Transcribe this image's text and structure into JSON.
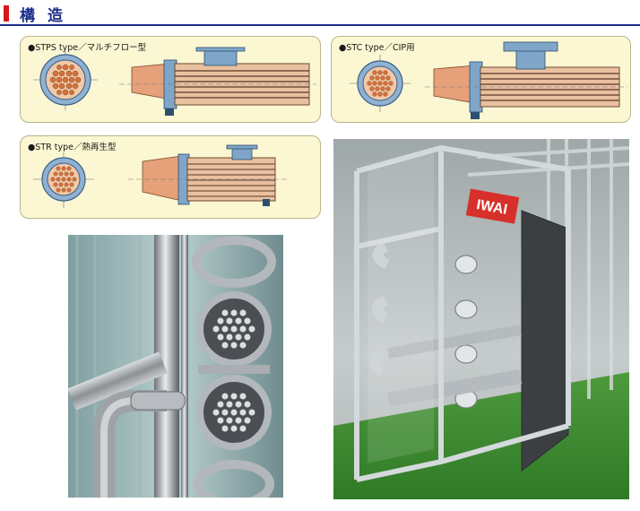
{
  "header": {
    "title": "構造"
  },
  "panels": {
    "stps": {
      "label": "●STPS type／マルチフロー型"
    },
    "stc": {
      "label": "●STC type／CIP用"
    },
    "str": {
      "label": "●STR type／熱再生型"
    }
  },
  "photo_right": {
    "logo": "IWAI"
  },
  "colors": {
    "accent_red": "#d8141c",
    "title_blue": "#1b2e8a",
    "panel_bg": "#fbf7d2",
    "diagram_orange": "#e6a17a",
    "diagram_blue": "#7fa6c8"
  }
}
